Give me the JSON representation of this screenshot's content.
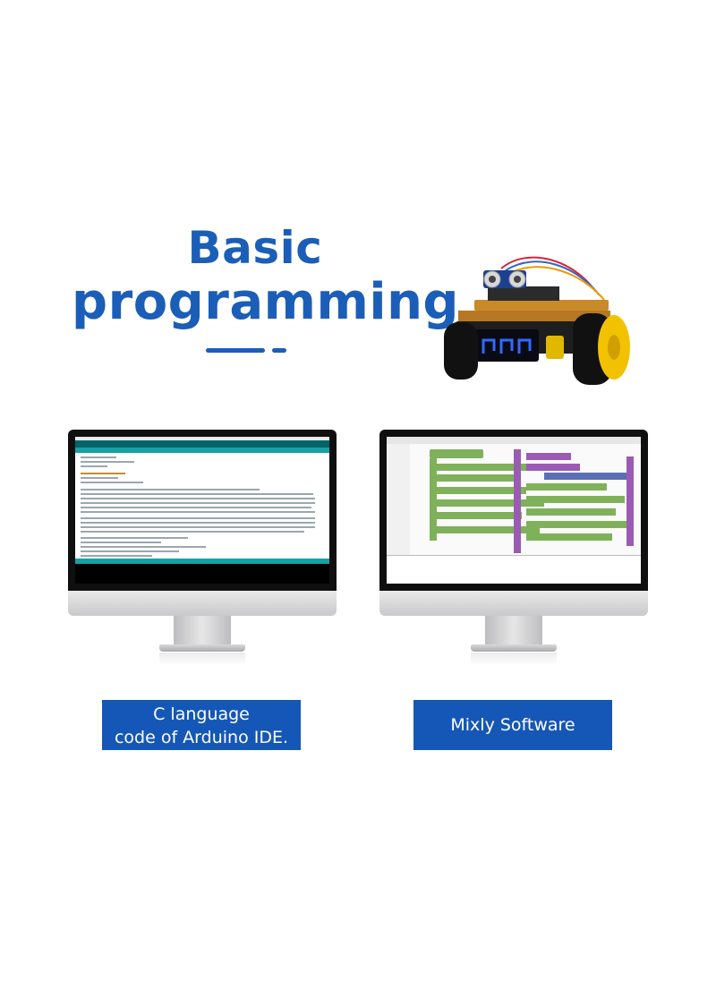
{
  "heading": {
    "line1": "Basic",
    "line2": "programming",
    "color": "#1b5eb8"
  },
  "left_panel": {
    "software": "Arduino IDE",
    "label_line1": "C language",
    "label_line2": "code of Arduino IDE."
  },
  "right_panel": {
    "software": "Mixly",
    "label": "Mixly Software"
  },
  "colors": {
    "label_bg": "#1557b6",
    "arduino_teal": "#006468",
    "mixly_green": "#7fb15a",
    "mixly_purple": "#9b5bb4"
  }
}
